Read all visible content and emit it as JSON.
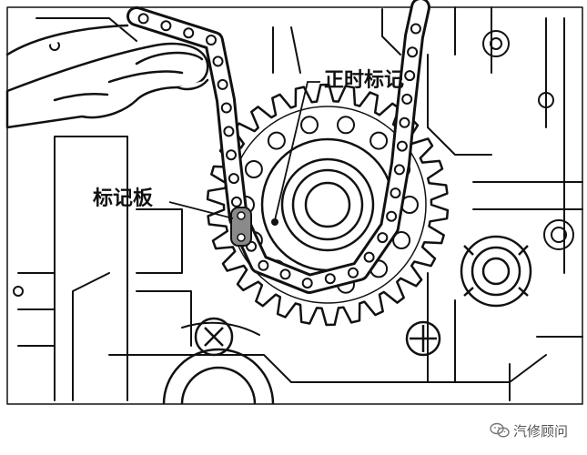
{
  "labels": {
    "timing_mark": "正时标记",
    "marker_plate": "标记板"
  },
  "watermark": {
    "text": "汽修顾问"
  },
  "icons": {
    "watermark_icon": "wechat-icon"
  },
  "colors": {
    "ink": "#111111",
    "marker_plate_fill": "#8a8a8a"
  }
}
